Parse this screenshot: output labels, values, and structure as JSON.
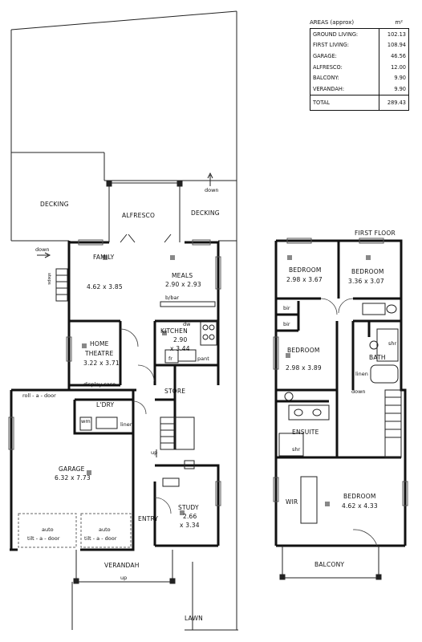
{
  "areas_table": {
    "header_label": "AREAS (approx)",
    "header_unit": "m²",
    "rows": [
      {
        "label": "GROUND LIVING:",
        "value": "102.13"
      },
      {
        "label": "FIRST LIVING:",
        "value": "108.94"
      },
      {
        "label": "GARAGE:",
        "value": "46.56"
      },
      {
        "label": "ALFRESCO:",
        "value": "12.00"
      },
      {
        "label": "BALCONY:",
        "value": "9.90"
      },
      {
        "label": "VERANDAH:",
        "value": "9.90"
      }
    ],
    "total_label": "TOTAL",
    "total_value": "289.43"
  },
  "ground_floor": {
    "outdoor": {
      "decking_left": "DECKING",
      "decking_right": "DECKING",
      "alfresco": "ALFRESCO",
      "verandah": "VERANDAH",
      "lawn": "LAWN",
      "down_top": "down",
      "down_left": "down",
      "steps": "steps",
      "up_verandah": "up"
    },
    "rooms": {
      "family_name": "FAMILY",
      "family_dim": "4.62 x 3.85",
      "meals_name": "MEALS",
      "meals_dim": "2.90 x 2.93",
      "kitchen_name": "KITCHEN",
      "kitchen_dim1": "2.90",
      "kitchen_dim2": "x 3.44",
      "bbar": "b/bar",
      "dw": "dw",
      "fr": "fr",
      "pant": "pant",
      "home_name": "HOME",
      "theatre_name": "THEATRE",
      "theatre_dim": "3.22 x 3.71",
      "display_case": "display case",
      "store": "STORE",
      "laundry": "L'DRY",
      "wm": "wm",
      "linen": "linen",
      "roll_door": "roll - a - door",
      "garage_name": "GARAGE",
      "garage_dim": "6.32 x 7.73",
      "auto1_a": "auto",
      "auto1_b": "tilt - a - door",
      "auto2_a": "auto",
      "auto2_b": "tilt - a - door",
      "up_stair": "up",
      "entry": "ENTRY",
      "study_name": "STUDY",
      "study_dim": "2.66",
      "study_dim2": "x 3.34"
    }
  },
  "first_floor": {
    "title": "FIRST FLOOR",
    "bed1_name": "BEDROOM",
    "bed1_dim": "2.98 x 3.67",
    "bed2_name": "BEDROOM",
    "bed2_dim": "3.36 x 3.07",
    "bir1": "bir",
    "bir2": "bir",
    "bed3_name": "BEDROOM",
    "bed3_dim": "2.98 x 3.89",
    "shr_bath": "shr",
    "bath": "BATH",
    "linen": "linen",
    "down": "down",
    "ensuite": "ENSUITE",
    "shr_ens": "shr",
    "wir": "WIR",
    "master_name": "BEDROOM",
    "master_dim": "4.62 x 4.33",
    "balcony": "BALCONY"
  }
}
